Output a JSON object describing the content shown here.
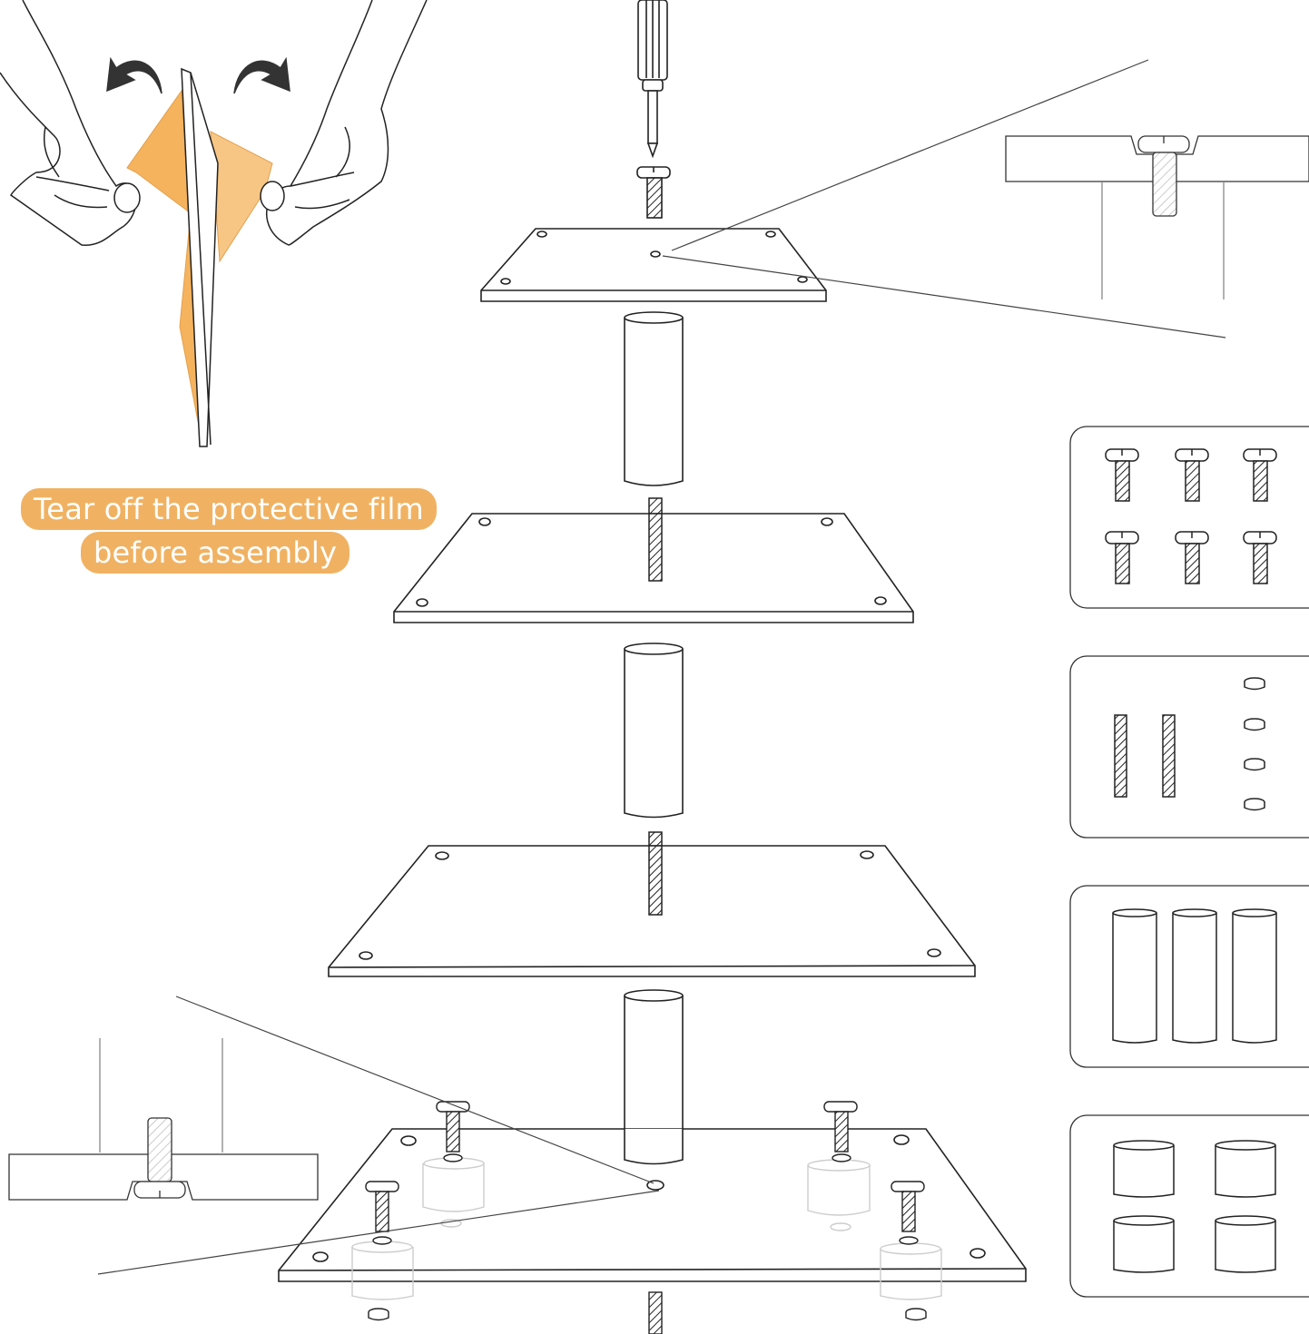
{
  "instruction": {
    "line1": "Tear off the protective film",
    "line2": "before assembly"
  },
  "colors": {
    "accent_orange": "#f0b262",
    "film_orange": "#f5b35e",
    "arrow_dark": "#333333",
    "line": "#222222"
  },
  "parts_kit": {
    "panels": [
      {
        "part": "screw",
        "count": 6
      },
      {
        "part": "threaded-rod",
        "count": 2
      },
      {
        "part": "washer",
        "count": 4
      },
      {
        "part": "tube",
        "count": 3
      },
      {
        "part": "foot",
        "count": 4
      }
    ]
  },
  "assembly": {
    "tiers": 4,
    "tubes": 3,
    "details": [
      "top-screw-section",
      "bottom-screw-section"
    ]
  }
}
